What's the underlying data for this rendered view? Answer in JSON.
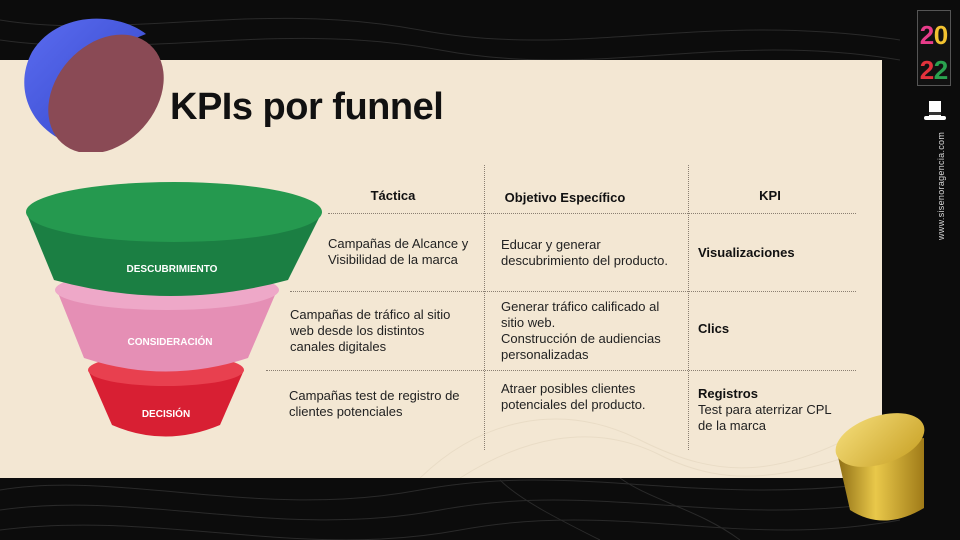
{
  "slide": {
    "title": "KPIs por funnel",
    "url": "www.sisenoragencia.com",
    "logo_digits": [
      "2",
      "0",
      "2",
      "2"
    ]
  },
  "funnel": {
    "stages": [
      {
        "label": "DESCUBRIMIENTO",
        "color": "#1f8a4a"
      },
      {
        "label": "CONSIDERACIÓN",
        "color": "#e48fb5"
      },
      {
        "label": "DECISIÓN",
        "color": "#e0263a"
      }
    ]
  },
  "table": {
    "headers": {
      "tactica": "Táctica",
      "objetivo": "Objetivo Específico",
      "kpi": "KPI"
    },
    "rows": [
      {
        "tactica": [
          "Campañas de Alcance y",
          "Visibilidad  de la marca"
        ],
        "objetivo": [
          "Educar y generar",
          "descubrimiento del producto."
        ],
        "kpi_title": "Visualizaciones",
        "kpi_desc": []
      },
      {
        "tactica": [
          "Campañas de tráfico al sitio",
          "web desde los distintos",
          "canales digitales"
        ],
        "objetivo": [
          "Generar tráfico calificado al",
          "sitio web.",
          "Construcción de audiencias",
          "personalizadas"
        ],
        "kpi_title": "Clics",
        "kpi_desc": []
      },
      {
        "tactica": [
          "Campañas test de registro de",
          "clientes potenciales"
        ],
        "objetivo": [
          "Atraer posibles clientes",
          "potenciales del producto."
        ],
        "kpi_title": "Registros",
        "kpi_desc": [
          "Test para aterrizar CPL",
          "de la marca"
        ]
      }
    ]
  },
  "colors": {
    "background": "#0c0c0c",
    "card": "#f3e7d3",
    "sphere_blue": "#4a5ee6",
    "sphere_maroon": "#8a4a55",
    "gold": "#c9a227"
  },
  "icons": [
    "top-hat-icon"
  ]
}
